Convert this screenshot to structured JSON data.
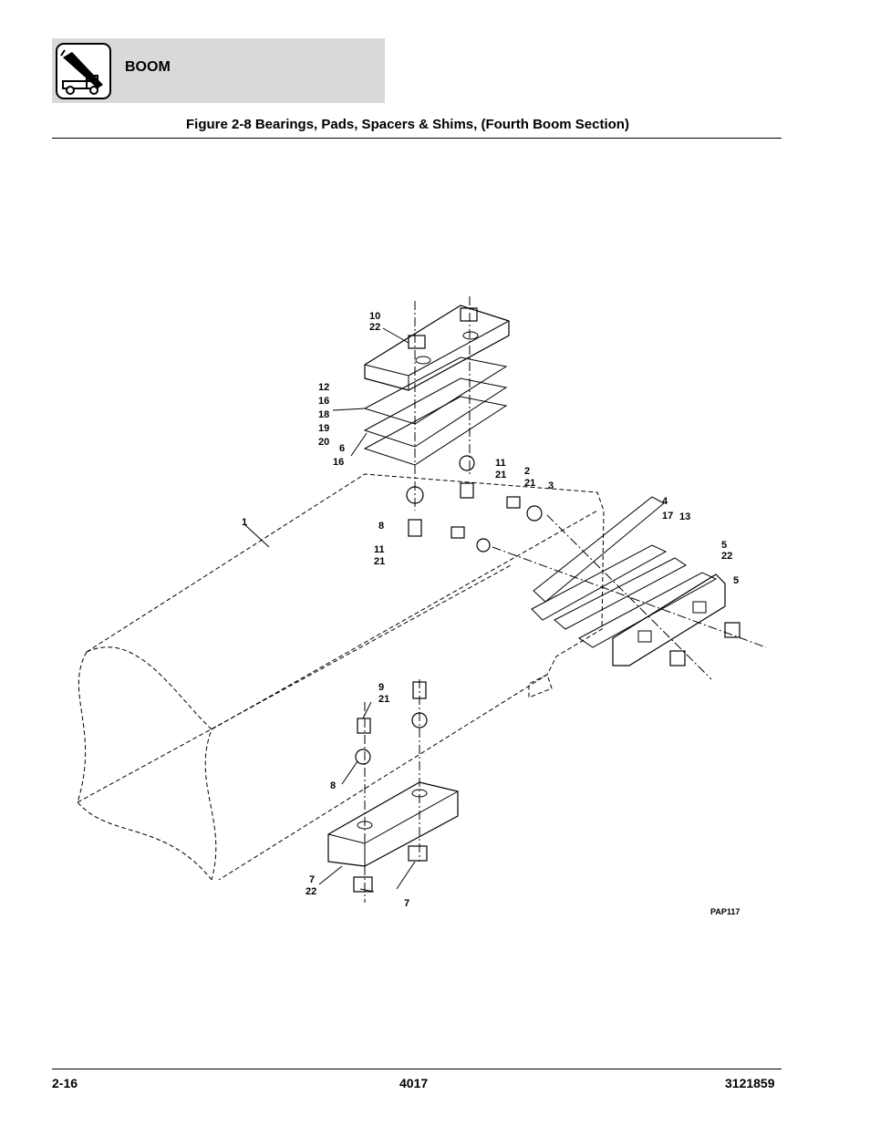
{
  "header": {
    "section": "BOOM"
  },
  "figure": {
    "title": "Figure 2-8 Bearings, Pads, Spacers & Shims, (Fourth Boom Section)"
  },
  "drawing": {
    "ref_code": "PAP117",
    "callouts": [
      "10",
      "22",
      "12",
      "16",
      "18",
      "19",
      "20",
      "6",
      "16",
      "11",
      "21",
      "2",
      "21",
      "3",
      "1",
      "8",
      "11",
      "21",
      "4",
      "17",
      "13",
      "5",
      "22",
      "5",
      "9",
      "21",
      "8",
      "7",
      "22",
      "7"
    ]
  },
  "footer": {
    "page": "2-16",
    "model": "4017",
    "doc_number": "3121859"
  }
}
